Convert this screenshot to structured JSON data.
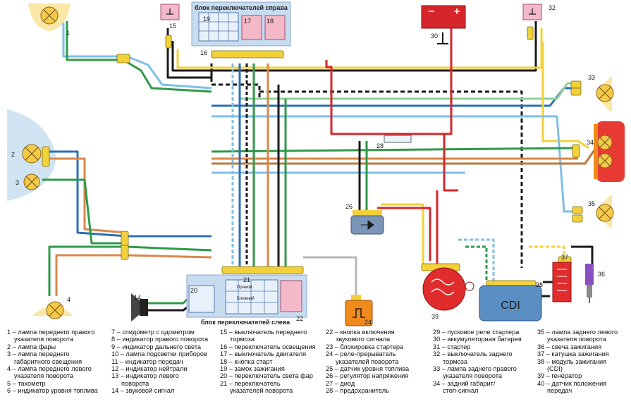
{
  "blocks": {
    "right_switch_block": "блок переключателей справа",
    "left_switch_block": "блок переключателей слева",
    "cdi_label": "CDI",
    "switch_far": "Прямой",
    "switch_near": "Ближний"
  },
  "numbers": [
    "1",
    "2",
    "3",
    "4",
    "5",
    "6",
    "7",
    "8",
    "9",
    "10",
    "11",
    "12",
    "13",
    "14",
    "15",
    "16",
    "17",
    "18",
    "19",
    "20",
    "21",
    "22",
    "23",
    "24",
    "25",
    "26",
    "27",
    "28",
    "29",
    "30",
    "31",
    "32",
    "33",
    "34",
    "35",
    "36",
    "37",
    "38",
    "39",
    "40"
  ],
  "legend": {
    "col1": [
      "1 – лампа переднего правого",
      "указателя поворота",
      "2 – лампа фары",
      "3 – лампа переднего",
      "габаритного свещения",
      "4 – лампа переднего левого",
      "указателя поворота",
      "5 – тахометр",
      "6 – индикатор уровня топлива"
    ],
    "col2": [
      "7 – спидометр с одометром",
      "8 – индикатор правого поворота",
      "9 – индикатор дальнего света",
      "10 – лампа подсветки приборов",
      "11 – индикатор передач",
      "12 – индикатор нейтрали",
      "13 – индикатор левого",
      "поворота",
      "14 – звуковой сигнал"
    ],
    "col3": [
      "15 – выключатель переднего",
      "тормоза",
      "16 – переключатель освещения",
      "17 – выключатель двигателя",
      "18 – кнопка старт",
      "19 – замок зажигания",
      "20 – переключатель света фар",
      "21 – переключатель",
      "указателей поворота"
    ],
    "col4": [
      "22 – кнопка включения",
      "звукового сигнала",
      "23 – блокировка стартера",
      "24 – реле-прерыватель",
      "указателей поворота",
      "25 – датчик уровня топлива",
      "26 – регулятор напряжения",
      "27 – диод",
      "28 – предохранитель"
    ],
    "col5": [
      "29 – пусковое реле стартера",
      "30 – аккумуляторная батарея",
      "31 – стартер",
      "32 – выключатель заднего",
      "тормоза",
      "33 – лампа заднего правого",
      "указателя поворота",
      "34 – задний габарит/",
      "стоп-сигнал"
    ],
    "col6": [
      "35 – лампа заднего левого",
      "указателя поворота",
      "36 – свеча зажигания",
      "37 – катушка зажигания",
      "38 – модуль зажигания",
      "(CDI)",
      "39 – генератор",
      "40 – датчик положения",
      "передач"
    ]
  },
  "colors": {
    "blue": "#2b6fb6",
    "light_blue": "#7fbfe6",
    "green": "#2e9a48",
    "light_green": "#8fd09a",
    "orange": "#d9874a",
    "brown": "#b87a3c",
    "red": "#d7262b",
    "black": "#1a1a1a",
    "yellow": "#f2d13a",
    "pink": "#e58aa8",
    "white": "#ffffff",
    "lamp": "#f6c94b",
    "cdi": "#5b8fc4",
    "relay": "#f08a1c",
    "regulator": "#7a95b8",
    "switch_block": "#c8dcf0"
  }
}
